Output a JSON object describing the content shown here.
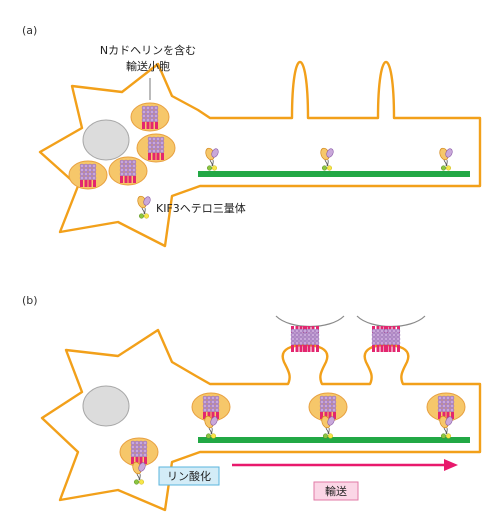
{
  "panels": {
    "a": {
      "label": "(a)",
      "vesicle_label_line1": "Nカドヘリンを含む",
      "vesicle_label_line2": "輸送小胞",
      "motor_label": "KIF3ヘテロ三量体"
    },
    "b": {
      "label": "(b)",
      "phosphorylation_label": "リン酸化",
      "transport_label": "輸送"
    }
  },
  "colors": {
    "cell_outline": "#f2a01a",
    "microtubule": "#22a845",
    "vesicle_fill": "#f6c76a",
    "cadherin_pink": "#e3266f",
    "cadherin_lavender": "#c9a8da",
    "nucleus_fill": "#dcdcdc",
    "motor_green": "#8bc540",
    "motor_yellow": "#f7e64a",
    "phospho_box_fill": "#d3ecf7",
    "phospho_box_border": "#5ab4de",
    "transport_box_fill": "#fbd6e6",
    "transport_box_border": "#e27aa6",
    "arrow": "#e8196c",
    "partner_curve": "#8a8a8a"
  }
}
